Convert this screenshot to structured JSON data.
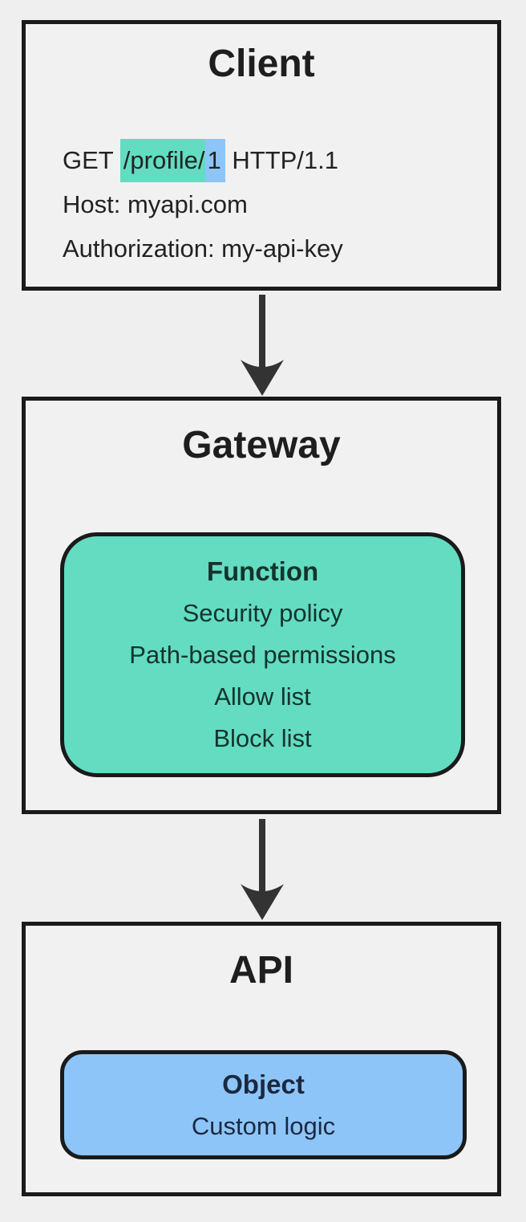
{
  "client": {
    "title": "Client",
    "request": {
      "method": "GET ",
      "path_highlight": "/profile/",
      "id_highlight": "1",
      "protocol": " HTTP/1.1"
    },
    "host_line": "Host: myapi.com",
    "auth_line": "Authorization: my-api-key"
  },
  "gateway": {
    "title": "Gateway",
    "function_box": {
      "title": "Function",
      "items": [
        "Security policy",
        "Path-based permissions",
        "Allow list",
        "Block list"
      ]
    }
  },
  "api": {
    "title": "API",
    "object_box": {
      "title": "Object",
      "items": [
        "Custom logic"
      ]
    }
  },
  "colors": {
    "background": "#efefef",
    "box_background": "#f1f1f1",
    "border": "#1a1a1a",
    "arrow": "#333333",
    "teal_accent": "#63dcc2",
    "blue_accent": "#8ec5f8"
  }
}
